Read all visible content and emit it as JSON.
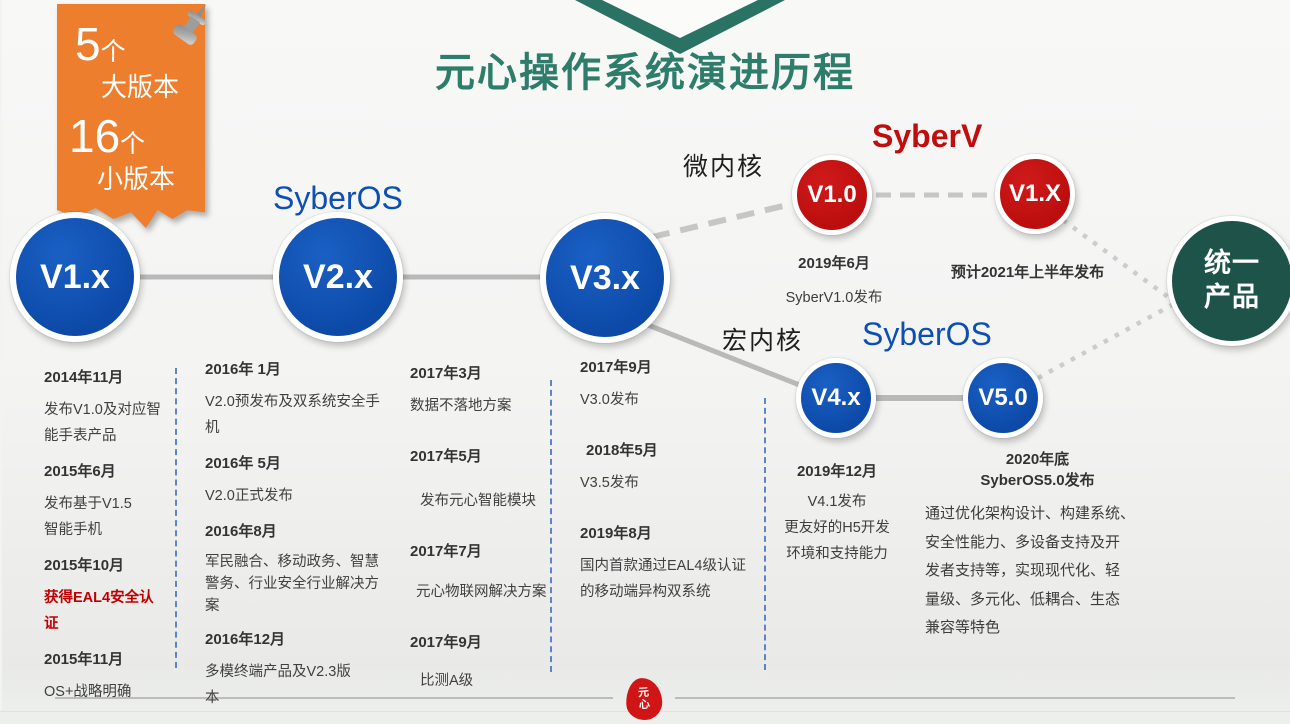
{
  "title": "元心操作系统演进历程",
  "note": {
    "big_count": "5",
    "big_unit": "个",
    "big_label": "大版本",
    "small_count": "16",
    "small_unit": "个",
    "small_label": "小版本"
  },
  "colors": {
    "node_blue": "#0d4aa8",
    "node_red": "#bc0e0e",
    "title_green": "#2e7d6b",
    "unified_green": "#1d5348",
    "note_orange": "#ec7e2e",
    "highlight_red": "#c00000",
    "divider_blue": "#4472c4",
    "connector_gray": "#bdbdbd"
  },
  "main_nodes": [
    {
      "label": "V1.x"
    },
    {
      "label": "V2.x"
    },
    {
      "label": "V3.x"
    }
  ],
  "labels": {
    "syberos_top": "SyberOS",
    "micro_kernel": "微内核",
    "syberv": "SyberV",
    "macro_kernel": "宏内核",
    "syberos_bottom": "SyberOS"
  },
  "syberv_branch": {
    "v10": {
      "label": "V1.0",
      "date": "2019年6月",
      "caption": "SyberV1.0发布"
    },
    "v1x": {
      "label": "V1.X",
      "date": "预计2021年上半年发布"
    }
  },
  "syberos_branch": {
    "v4x": {
      "label": "V4.x",
      "date": "2019年12月",
      "lines": [
        "V4.1发布",
        "更友好的H5开发",
        "环境和支持能力"
      ]
    },
    "v50": {
      "label": "V5.0",
      "date_line1": "2020年底",
      "date_line2": "SyberOS5.0发布",
      "lines": [
        "通过优化架构设计、构建系统、",
        "安全性能力、多设备支持及开",
        "发者支持等，实现现代化、轻",
        "量级、多元化、低耦合、生态",
        "兼容等特色"
      ]
    }
  },
  "unified": {
    "line1": "统一",
    "line2": "产品"
  },
  "columns": [
    {
      "entries": [
        {
          "date": "2014年11月",
          "lines": [
            "发布V1.0及对应智",
            "能手表产品"
          ]
        },
        {
          "date": "2015年6月",
          "lines": [
            "发布基于V1.5",
            "智能手机"
          ]
        },
        {
          "date": "2015年10月",
          "lines": [
            "获得EAL4安全认",
            "证"
          ]
        },
        {
          "date": "2015年11月",
          "lines": [
            "OS+战略明确"
          ]
        }
      ]
    },
    {
      "entries": [
        {
          "date": "2016年 1月",
          "lines": [
            "V2.0预发布及双系统安全手",
            "机"
          ]
        },
        {
          "date": "2016年 5月",
          "lines": [
            "V2.0正式发布"
          ]
        },
        {
          "date": "2016年8月",
          "lines": [
            "军民融合、移动政务、智慧",
            "警务、行业安全行业解决方",
            "案"
          ]
        },
        {
          "date": "2016年12月",
          "lines": [
            "多模终端产品及V2.3版",
            "本"
          ]
        }
      ]
    },
    {
      "entries": [
        {
          "date": "2017年3月",
          "lines": [
            "数据不落地方案"
          ]
        },
        {
          "date": "2017年5月",
          "lines": [
            "发布元心智能模块"
          ]
        },
        {
          "date": "2017年7月",
          "lines": [
            "元心物联网解决方案"
          ]
        },
        {
          "date": "2017年9月",
          "lines": [
            "比测A级"
          ]
        }
      ]
    },
    {
      "entries": [
        {
          "date": "2017年9月",
          "lines": [
            "V3.0发布"
          ]
        },
        {
          "date": "2018年5月",
          "lines": [
            "V3.5发布"
          ]
        },
        {
          "date": "2019年8月",
          "lines": [
            "国内首款通过EAL4级认证",
            "的移动端异构双系统"
          ]
        }
      ]
    }
  ],
  "logo": {
    "char1": "元",
    "char2": "心"
  }
}
